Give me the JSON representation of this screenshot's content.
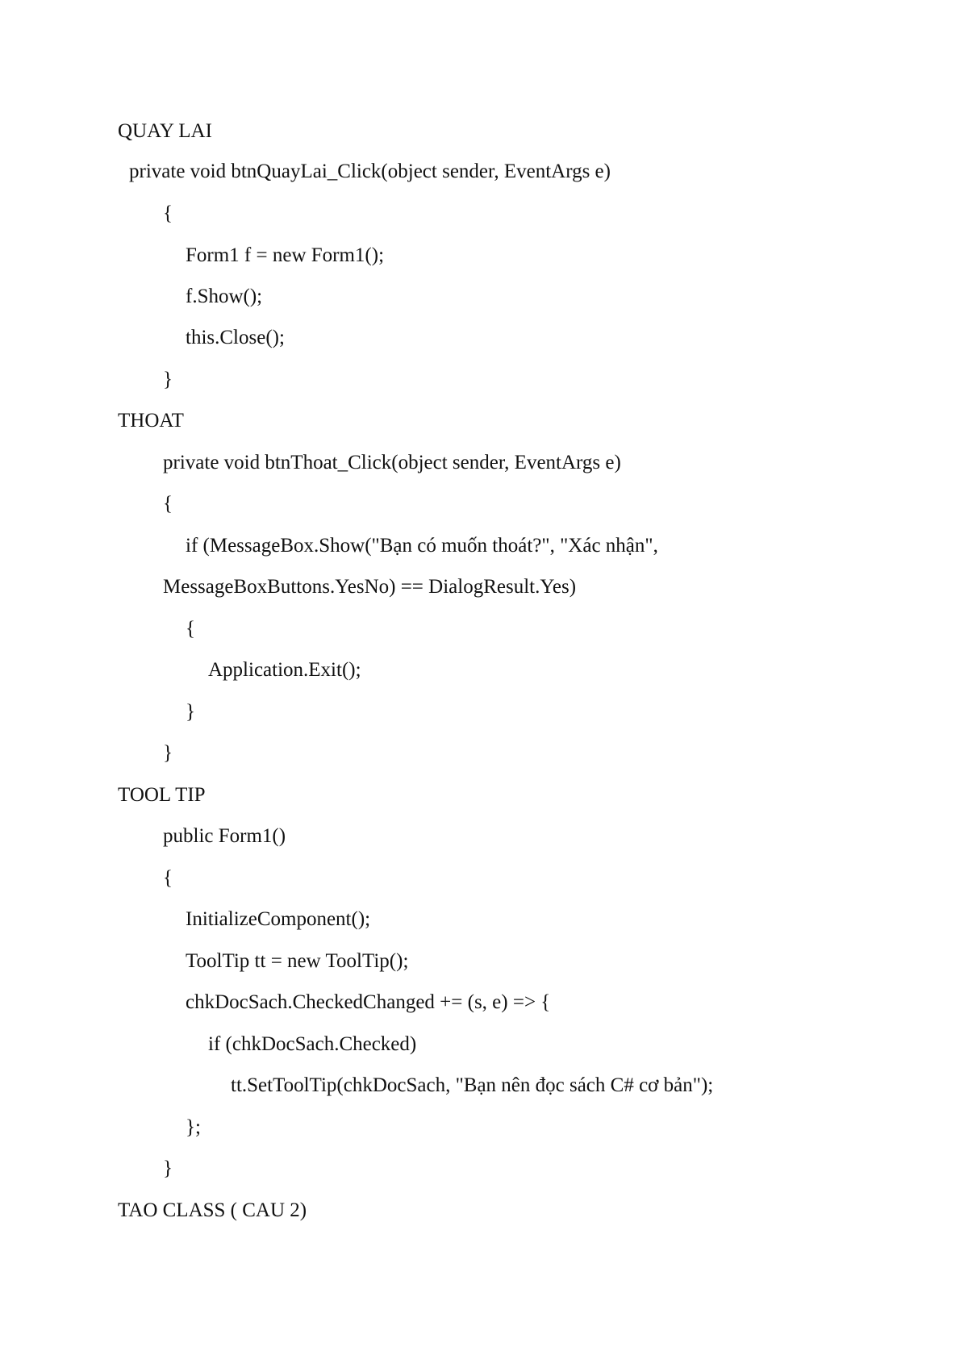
{
  "document": {
    "lines": [
      "QUAY LAI",
      "private void btnQuayLai_Click(object sender, EventArgs e)",
      "{",
      "Form1 f = new Form1();",
      "f.Show();",
      "this.Close();",
      "}",
      "THOAT",
      "private void btnThoat_Click(object sender, EventArgs e)",
      "{",
      "if (MessageBox.Show(\"Bạn có muốn thoát?\", \"Xác nhận\",",
      "MessageBoxButtons.YesNo) == DialogResult.Yes)",
      "{",
      "Application.Exit();",
      "}",
      "}",
      "TOOL TIP",
      "public Form1()",
      "{",
      "InitializeComponent();",
      "ToolTip tt = new ToolTip();",
      "chkDocSach.CheckedChanged += (s, e) => {",
      "if (chkDocSach.Checked)",
      "tt.SetToolTip(chkDocSach, \"Bạn nên đọc sách C# cơ bản\");",
      "};",
      "}",
      "TAO CLASS ( CAU 2)"
    ]
  }
}
